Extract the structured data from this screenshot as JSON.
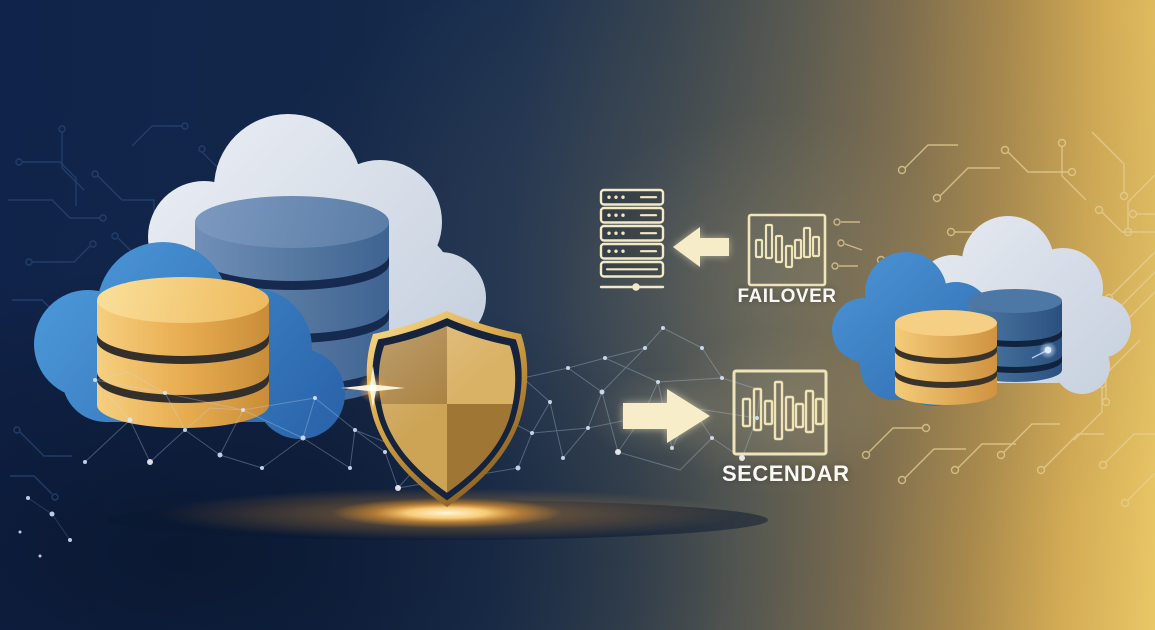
{
  "scene": {
    "type": "cloud-database-failover-illustration",
    "labels": {
      "failover": "FAILOVER",
      "secondary": "SECENDAR"
    },
    "icons": [
      "cloud-icon",
      "database-cylinder-icon",
      "shield-icon",
      "server-rack-icon",
      "waveform-box-icon",
      "block-arrow-icon",
      "circuit-trace-pattern",
      "network-plexus",
      "sparkle-icon"
    ],
    "colors": {
      "background_navy": "#13274a",
      "background_gold": "#e9c766",
      "icon_cream": "#f3e9c2",
      "label_white": "#f8f8f6",
      "cloud_white": "#dce4ee",
      "cloud_blue": "#3b82c6",
      "database_gold": "#e6ac52",
      "database_blue": "#53779f",
      "database_dark_blue": "#33608f",
      "shield_gold": "#d0a14e",
      "glow_orange": "#f59f33"
    }
  }
}
